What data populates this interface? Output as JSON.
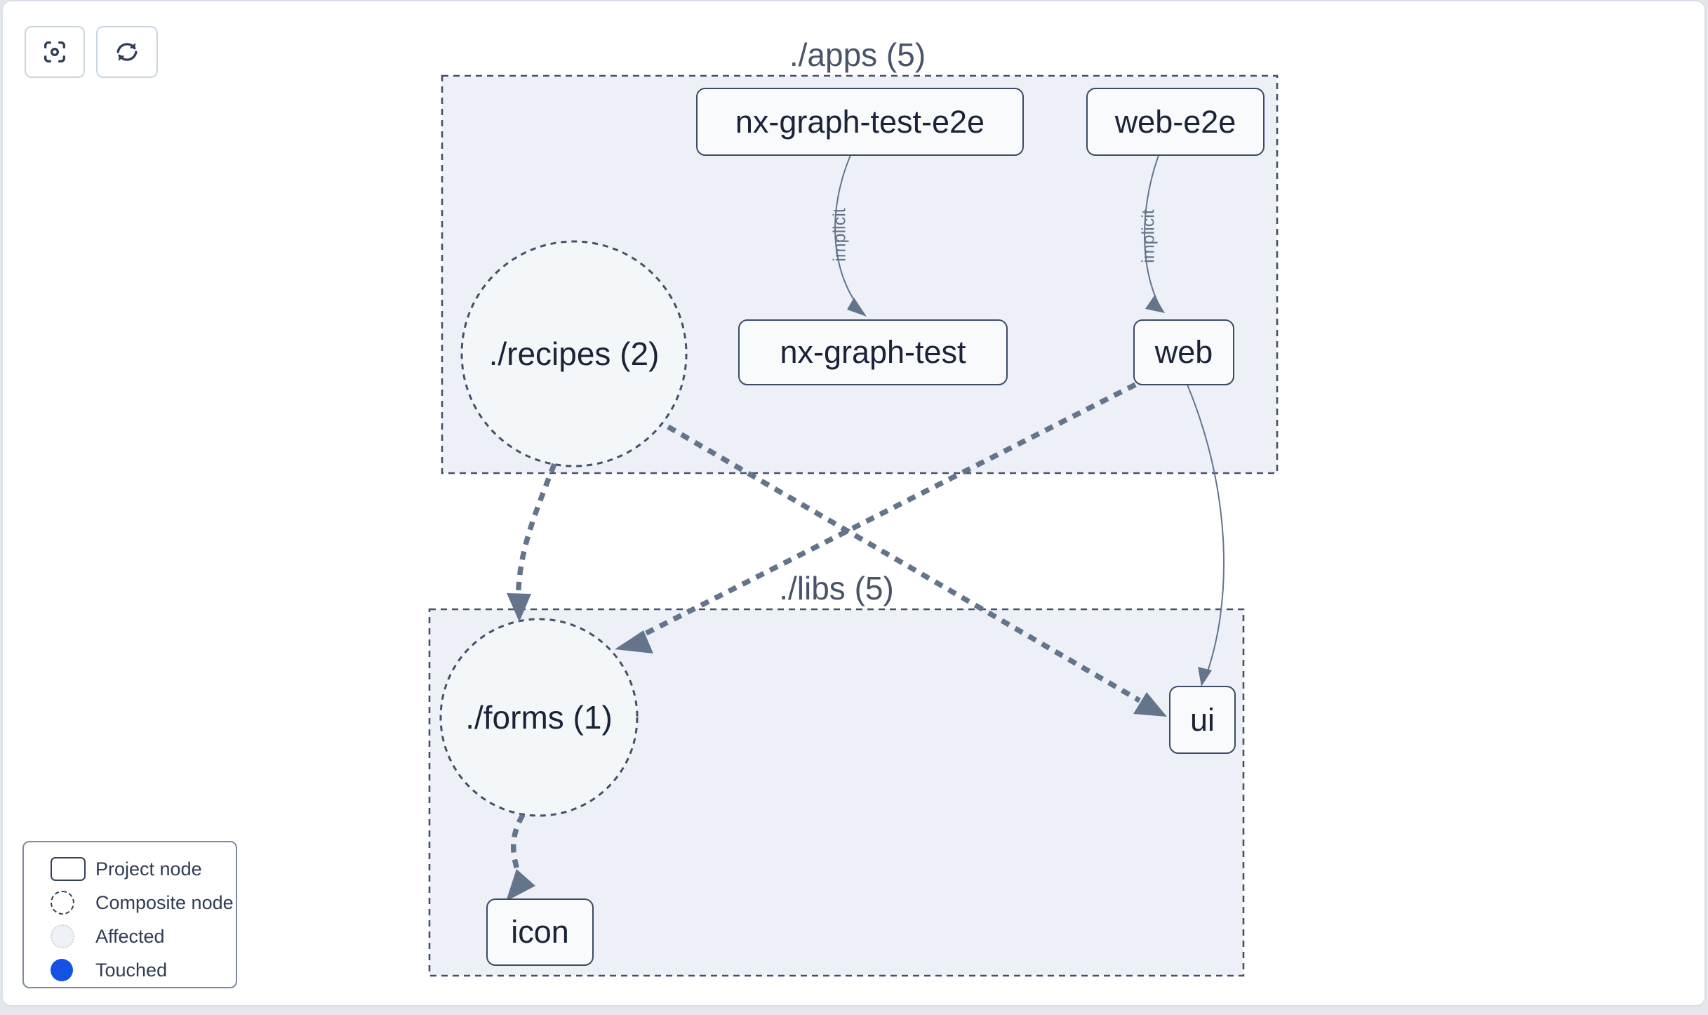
{
  "toolbar": {
    "buttons": [
      {
        "name": "focus-graph-button",
        "icon": "focus-icon"
      },
      {
        "name": "refresh-button",
        "icon": "refresh-icon"
      }
    ]
  },
  "graph": {
    "groups": [
      {
        "id": "apps",
        "label": "./apps (5)"
      },
      {
        "id": "libs",
        "label": "./libs (5)"
      }
    ],
    "nodes": [
      {
        "id": "nx-graph-test-e2e",
        "label": "nx-graph-test-e2e",
        "type": "project",
        "group": "apps"
      },
      {
        "id": "web-e2e",
        "label": "web-e2e",
        "type": "project",
        "group": "apps"
      },
      {
        "id": "recipes",
        "label": "./recipes (2)",
        "type": "composite",
        "group": "apps"
      },
      {
        "id": "nx-graph-test",
        "label": "nx-graph-test",
        "type": "project",
        "group": "apps"
      },
      {
        "id": "web",
        "label": "web",
        "type": "project",
        "group": "apps"
      },
      {
        "id": "forms",
        "label": "./forms (1)",
        "type": "composite",
        "group": "libs"
      },
      {
        "id": "ui",
        "label": "ui",
        "type": "project",
        "group": "libs"
      },
      {
        "id": "icon",
        "label": "icon",
        "type": "project",
        "group": "libs"
      }
    ],
    "edges": [
      {
        "from": "nx-graph-test-e2e",
        "to": "nx-graph-test",
        "label": "implicit",
        "style": "solid-thin"
      },
      {
        "from": "web-e2e",
        "to": "web",
        "label": "implicit",
        "style": "solid-thin"
      },
      {
        "from": "recipes",
        "to": "forms",
        "label": "",
        "style": "dashed-thick"
      },
      {
        "from": "recipes",
        "to": "ui",
        "label": "",
        "style": "dashed-thick"
      },
      {
        "from": "web",
        "to": "forms",
        "label": "",
        "style": "dashed-thick"
      },
      {
        "from": "web",
        "to": "ui",
        "label": "",
        "style": "solid-thin"
      },
      {
        "from": "forms",
        "to": "icon",
        "label": "",
        "style": "dashed-thick"
      }
    ]
  },
  "legend": {
    "items": [
      {
        "label": "Project node",
        "swatch": "project-node-swatch"
      },
      {
        "label": "Composite node",
        "swatch": "composite-node-swatch"
      },
      {
        "label": "Affected",
        "swatch": "affected-swatch"
      },
      {
        "label": "Touched",
        "swatch": "touched-swatch"
      }
    ]
  },
  "colors": {
    "touched_blue": "#1452e4",
    "edge": "#64748b",
    "group_fill": "#edf1f7",
    "group_stroke": "#44506a",
    "node_border": "#3c4a66",
    "node_fill": "#f8fafc"
  }
}
